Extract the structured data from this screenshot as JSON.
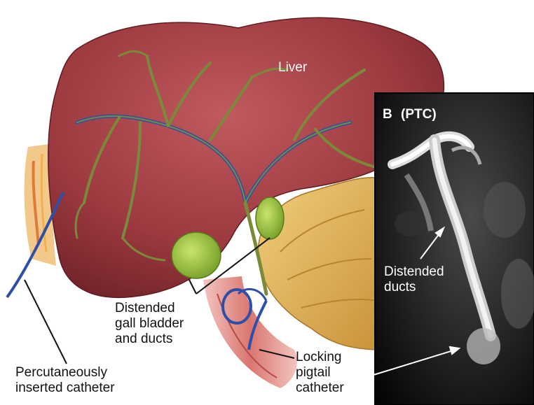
{
  "illustration": {
    "liver_label": "Liver",
    "gallbladder_label": "Distended\ngall bladder\nand ducts",
    "catheter_label": "Percutaneously\ninserted catheter",
    "pigtail_label": "Locking\npigtail\ncatheter"
  },
  "xray": {
    "panel_letter": "B",
    "panel_title": "(PTC)",
    "ducts_label": "Distended\nducts"
  },
  "colors": {
    "liver": "#9c3a40",
    "ducts": "#7a8a3a",
    "gallbladder": "#8fbf3a",
    "pancreas": "#e2b45a",
    "catheter": "#2e4fa8",
    "xray_background": "#0a0a0a"
  }
}
